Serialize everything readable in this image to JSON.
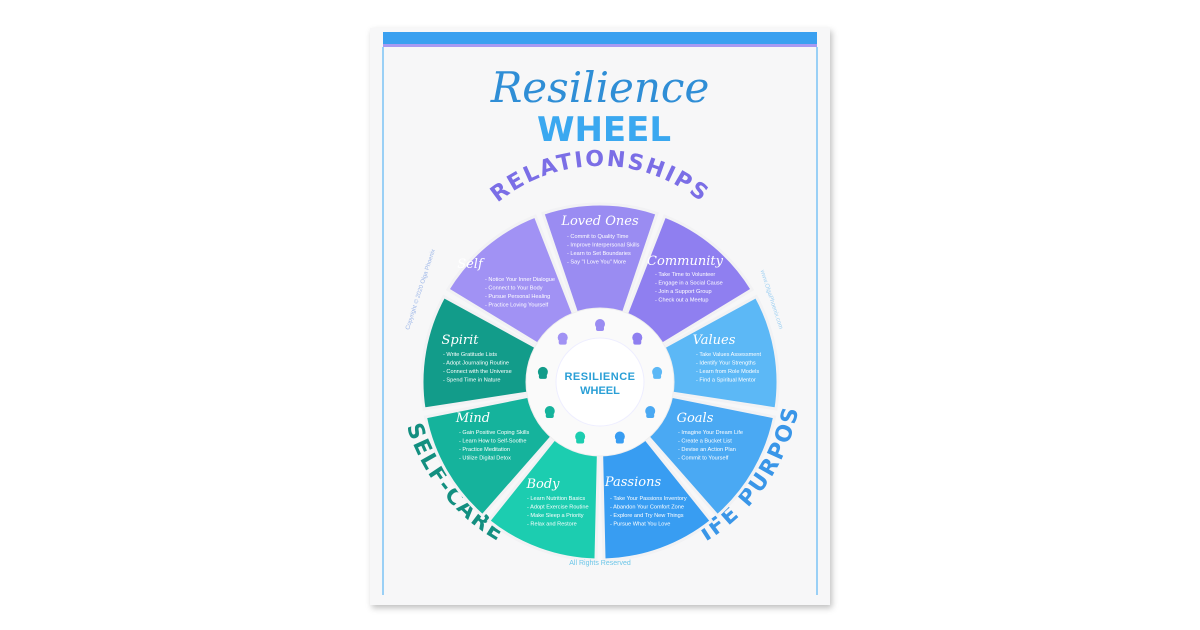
{
  "title": {
    "script": "Resilience",
    "block": "WHEEL"
  },
  "center_label": {
    "line1": "RESILIENCE",
    "line2": "WHEEL"
  },
  "groups": [
    {
      "label": "RELATIONSHIPS",
      "color": "#7b6ee6"
    },
    {
      "label": "SELF-CARE",
      "color": "#138f80"
    },
    {
      "label": "LIFE PURPOSE",
      "color": "#3a96e8"
    }
  ],
  "segments": [
    {
      "name": "Loved Ones",
      "icon": "hearts-icon",
      "color": "#9a8cf2",
      "items": [
        "- Commit to Quality Time",
        "- Improve Interpersonal Skills",
        "- Learn to Set Boundaries",
        "- Say \"I Love You\" More"
      ]
    },
    {
      "name": "Community",
      "icon": "group-icon",
      "color": "#8f7ff0",
      "items": [
        "- Take Time to Volunteer",
        "- Engage in a Social Cause",
        "- Join a Support Group",
        "- Check out a Meetup"
      ]
    },
    {
      "name": "Values",
      "icon": "diamond-icon",
      "color": "#5cb8f6",
      "items": [
        "- Take Values Assessment",
        "- Identify Your Strengths",
        "- Learn from Role Models",
        "- Find a Spiritual Mentor"
      ]
    },
    {
      "name": "Goals",
      "icon": "trophy-icon",
      "color": "#4aa9f3",
      "items": [
        "- Imagine Your Dream Life",
        "- Create a Bucket List",
        "- Devise an Action Plan",
        "- Commit to Yourself"
      ]
    },
    {
      "name": "Passions",
      "icon": "heart-icon",
      "color": "#389df2",
      "items": [
        "- Take Your Passions Inventory",
        "- Abandon Your Comfort Zone",
        "- Explore and Try New Things",
        "- Pursue What You Love"
      ]
    },
    {
      "name": "Body",
      "icon": "lotus-icon",
      "color": "#1ccdb0",
      "items": [
        "- Learn Nutrition Basics",
        "- Adopt Exercise Routine",
        "- Make Sleep a Priority",
        "- Relax and Restore"
      ]
    },
    {
      "name": "Mind",
      "icon": "head-heart-icon",
      "color": "#15b39c",
      "items": [
        "- Gain Positive Coping Skills",
        "- Learn How to Self-Soothe",
        "- Practice Meditation",
        "- Utilize Digital Detox"
      ]
    },
    {
      "name": "Spirit",
      "icon": "dove-icon",
      "color": "#129c8a",
      "items": [
        "- Write Gratitude Lists",
        "- Adopt Journaling Routine",
        "- Connect with the Universe",
        "- Spend Time in Nature"
      ]
    },
    {
      "name": "Self",
      "icon": "person-icon",
      "color": "#a192f4",
      "items": [
        "- Notice Your Inner Dialogue",
        "- Connect to Your Body",
        "- Pursue Personal Healing",
        "- Practice Loving Yourself"
      ]
    }
  ],
  "copyright": "Copyright © 2020 Olga Phoenix",
  "website": "www.OlgaPhoenix.com",
  "rights": "All Rights Reserved"
}
